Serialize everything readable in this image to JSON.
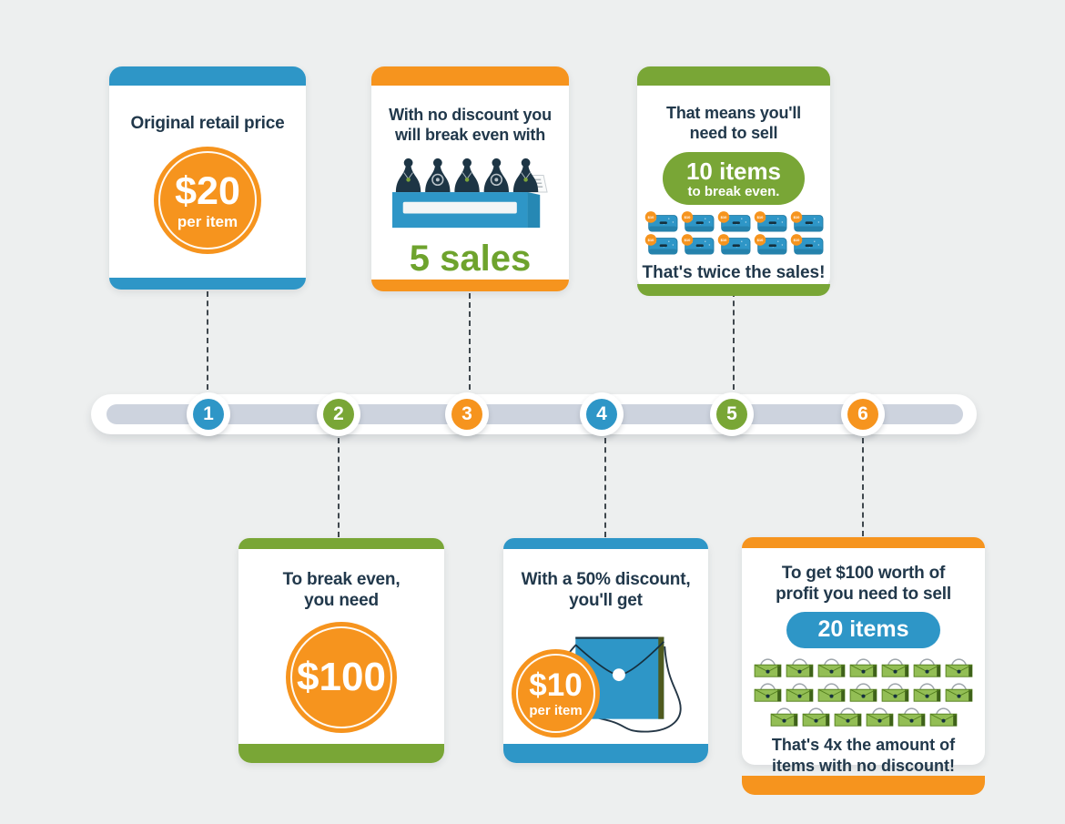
{
  "colors": {
    "blue": "#2E96C7",
    "green": "#79A636",
    "orange": "#F6941E",
    "navy_text": "#21384B",
    "background": "#EDEFEF",
    "timeline_track": "#CDD3DE"
  },
  "timeline": {
    "steps": [
      {
        "number": "1",
        "color": "#2E96C7"
      },
      {
        "number": "2",
        "color": "#79A636"
      },
      {
        "number": "3",
        "color": "#F6941E"
      },
      {
        "number": "4",
        "color": "#2E96C7"
      },
      {
        "number": "5",
        "color": "#79A636"
      },
      {
        "number": "6",
        "color": "#F6941E"
      }
    ]
  },
  "cards": {
    "step1": {
      "title": "Original retail price",
      "badge_value": "$20",
      "badge_caption": "per item"
    },
    "step2": {
      "title": "To break even, you need",
      "badge_value": "$100"
    },
    "step3": {
      "title": "With no discount you will break even with",
      "icon": "jewelry-display-counter-icon",
      "result": "5 sales"
    },
    "step4": {
      "title": "With a 50% discount, you'll get",
      "icon": "blue-envelope-purse-icon",
      "badge_value": "$10",
      "badge_caption": "per item"
    },
    "step5": {
      "title": "That means you'll need to sell",
      "pill_line1": "10 items",
      "pill_line2": "to break even.",
      "icon": "blue-wallet-icon",
      "wallet_badge": "$10",
      "item_count": 10,
      "footnote": "That's twice the sales!"
    },
    "step6": {
      "title": "To get $100 worth of profit you need to sell",
      "pill_line1": "20 items",
      "icon": "green-handbag-icon",
      "item_count": 20,
      "footnote": "That's 4x the amount of items with no discount!"
    }
  }
}
